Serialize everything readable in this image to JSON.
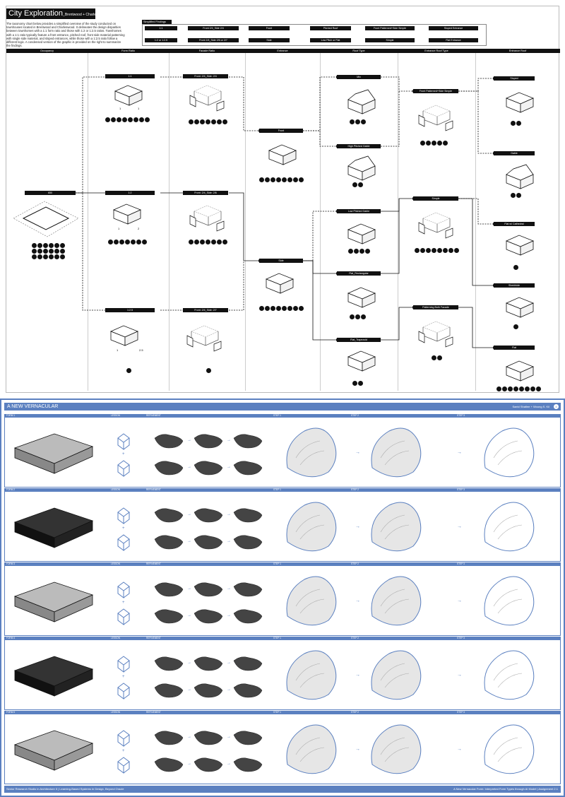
{
  "top": {
    "title": "City Exploration",
    "subtitle": "_Brentwood + Charleswood + Varsity",
    "intro": "The taxonomy chart below provides a simplified overview of the study conducted on townhouses located in Brentwood and Charleswood. It delineates the design disparities between townhomes with a 1:1 form ratio and those with 1:2 or 1:2.5 ratios. Townhomes with a 1:1 ratio typically feature a front entrance, pitched roof, front side material patterning with single side material, and sloped entrances, while those with a 1:2.5 ratio follow a different logic. A condensed version of the graphic is provided on the right to summarize the findings.",
    "legend_title": "Simplified Findings",
    "legend_row1": [
      "1:1",
      "Front 2/4_Side 2/4",
      "Front",
      "Pitched Roof",
      "Front Patterned+Side Simple",
      "Sloped Entrance"
    ],
    "legend_row2": [
      "1:2 or 1:2.5",
      "Front 2/4_Side 2/6 or 2/7",
      "Side",
      "Low Pitch or Flat",
      "Simple",
      "Flat Entrance"
    ],
    "columns": [
      "Occupancy",
      "Form Ratio",
      "Facade Ratio",
      "Entrance",
      "Roof Type",
      "Entrance Roof Type",
      "Entrance Roof"
    ],
    "nodes": {
      "occupancy": "650",
      "r11": "1:1",
      "r12": "1:2",
      "r125": "1:2.5",
      "f1": "Front: 2/4_Side: 2/4",
      "f2": "Front: 2/4_Side: 2/6",
      "f3": "Front: 2/4_Side: 2/7",
      "front": "Front",
      "side": "Side",
      "roof1": "Mix",
      "roof2": "High Pitched Gable",
      "roof3": "Low Pitched Gable",
      "roof4": "Flat_Rectangular",
      "roof5": "Flat_Trapezoid",
      "ert1": "Front Patterned+Side Simple",
      "ert2": "Simple",
      "ert3": "Patterning Both Facade",
      "er1": "Sloped",
      "er2": "Gable",
      "er3": "Flat w/ Cathedral",
      "er4": "Shed/side",
      "er5": "Flat"
    },
    "dim_labels": {
      "d1": "1",
      "d2": "1",
      "d3": "1",
      "d4": "2",
      "d5": "1",
      "d6": "2.5"
    }
  },
  "bottom": {
    "title": "A NEW VERNACULAR",
    "author": "Saeid Shafiee + Woong S. Kil",
    "badge": "4",
    "row_labels": [
      "FORM 1",
      "FORM 2",
      "FORM 3",
      "FORM 4",
      "FORM 5"
    ],
    "col_labels": [
      "LESSON",
      "REFINEMENT",
      "STEP 1",
      "STEP 2",
      "STEP 3"
    ],
    "footer_left": "Senior Research Studio in Architecture II | Learning-Based Systems in Design, Beyond Oracle",
    "footer_right": "A New Vernacular Form: Interpreted Form Types through AI Model | Assignment 2.1",
    "arrow": "→",
    "plus": "+"
  },
  "colors": {
    "accent": "#5b80c0",
    "ink": "#111111"
  }
}
